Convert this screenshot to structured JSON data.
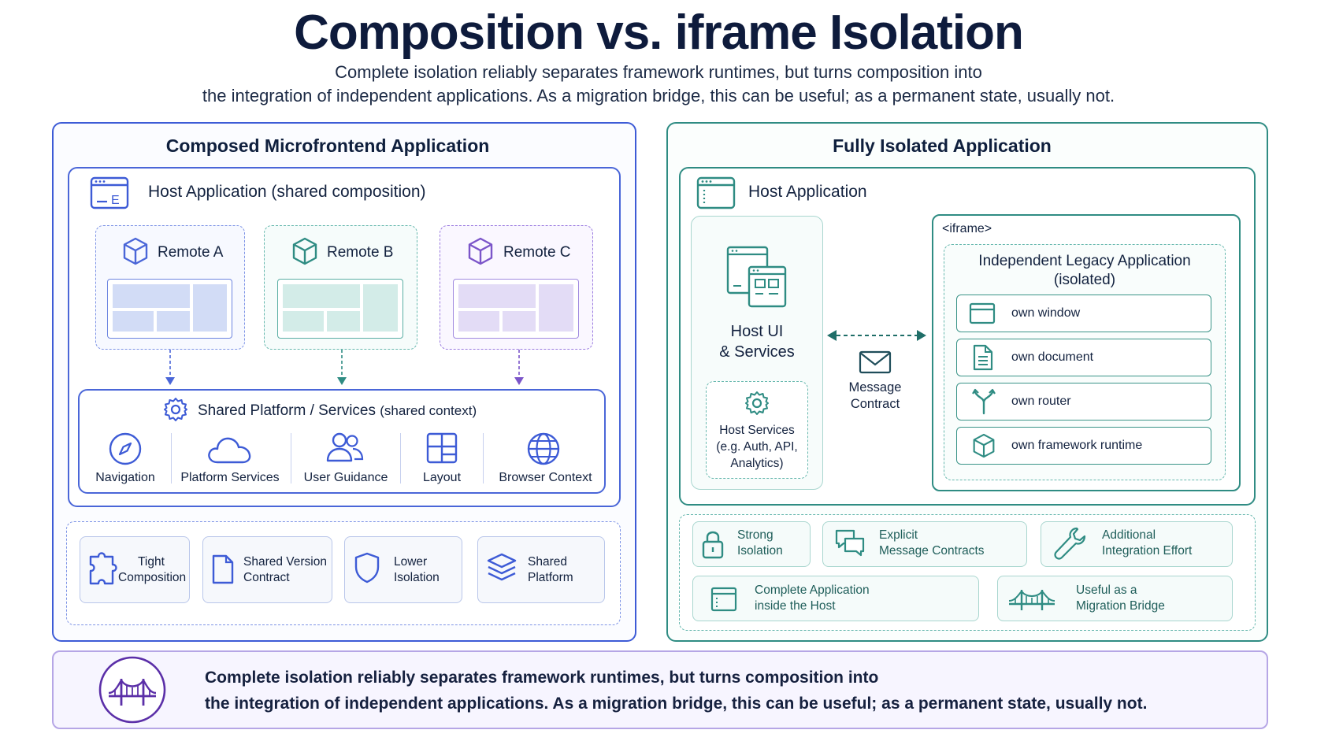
{
  "header": {
    "title": "Composition vs. iframe Isolation",
    "subtitle_line1": "Complete isolation reliably separates framework runtimes, but turns composition into",
    "subtitle_line2": "the integration of independent applications. As a migration bridge, this can be useful; as a permanent state, usually not."
  },
  "left": {
    "title": "Composed Microfrontend Application",
    "host_label": "Host Application (shared composition)",
    "remotes": [
      {
        "label": "Remote A",
        "color": "#4a66d8"
      },
      {
        "label": "Remote B",
        "color": "#2f8c83"
      },
      {
        "label": "Remote C",
        "color": "#7b55c9"
      }
    ],
    "platform": {
      "title": "Shared Platform / Services",
      "title_suffix": "(shared context)",
      "services": [
        "Navigation",
        "Platform Services",
        "User Guidance",
        "Layout",
        "Browser Context"
      ]
    },
    "traits": [
      {
        "line1": "Tight",
        "line2": "Composition",
        "icon": "puzzle-icon"
      },
      {
        "line1": "Shared Version",
        "line2": "Contract",
        "icon": "document-icon"
      },
      {
        "line1": "Lower",
        "line2": "Isolation",
        "icon": "shield-icon"
      },
      {
        "line1": "Shared",
        "line2": "Platform",
        "icon": "layers-icon"
      }
    ]
  },
  "right": {
    "title": "Fully Isolated Application",
    "host_label": "Host Application",
    "host_ui_line1": "Host UI",
    "host_ui_line2": "& Services",
    "host_services_line1": "Host Services",
    "host_services_line2": "(e.g. Auth, API,",
    "host_services_line3": "Analytics)",
    "message_line1": "Message",
    "message_line2": "Contract",
    "iframe_tag": "<iframe>",
    "legacy_line1": "Independent Legacy Application",
    "legacy_line2": "(isolated)",
    "iframe_items": [
      "own window",
      "own document",
      "own router",
      "own framework runtime"
    ],
    "traits": [
      {
        "line1": "Strong",
        "line2": "Isolation",
        "icon": "lock-icon"
      },
      {
        "line1": "Explicit",
        "line2": "Message Contracts",
        "icon": "chat-icon"
      },
      {
        "line1": "Additional",
        "line2": "Integration Effort",
        "icon": "wrench-icon"
      },
      {
        "line1": "Complete Application",
        "line2": "inside the Host",
        "icon": "window-icon"
      },
      {
        "line1": "Useful as a",
        "line2": "Migration Bridge",
        "icon": "bridge-icon"
      }
    ]
  },
  "footer": {
    "line1": "Complete isolation reliably separates framework runtimes, but turns composition into",
    "line2": "the integration of independent applications. As a migration bridge, this can be useful;  as a permanent state, usually not."
  },
  "colors": {
    "blue": "#3d5bd6",
    "teal": "#2f8c83",
    "purple": "#7b55c9",
    "navy": "#0e1b3c"
  }
}
